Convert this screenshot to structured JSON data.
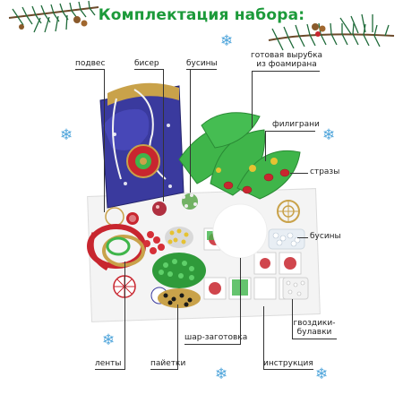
{
  "header": {
    "title": "Комплектация набора:"
  },
  "labels": {
    "podves": "подвес",
    "biser": "бисер",
    "businy_top": "бусины",
    "vyrubka_line1": "готовая вырубка",
    "vyrubka_line2": "из фоамирана",
    "filigrani": "филиграни",
    "strazy": "стразы",
    "businy_right": "бусины",
    "shar": "шар-заготовка",
    "gvozdiki_line1": "гвоздики-",
    "gvozdiki_line2": "булавки",
    "lenty": "ленты",
    "paietki": "пайетки",
    "instrukciya": "инструкция"
  },
  "decor": {
    "snowflake_glyph": "❄",
    "colors": {
      "title_green": "#1c9a3a",
      "snow_blue": "#4fa5db",
      "foam_green": "#3fb54a",
      "box_blue": "#3a3a9e",
      "ribbon_red": "#c8262f",
      "gold": "#c9a24a"
    }
  }
}
